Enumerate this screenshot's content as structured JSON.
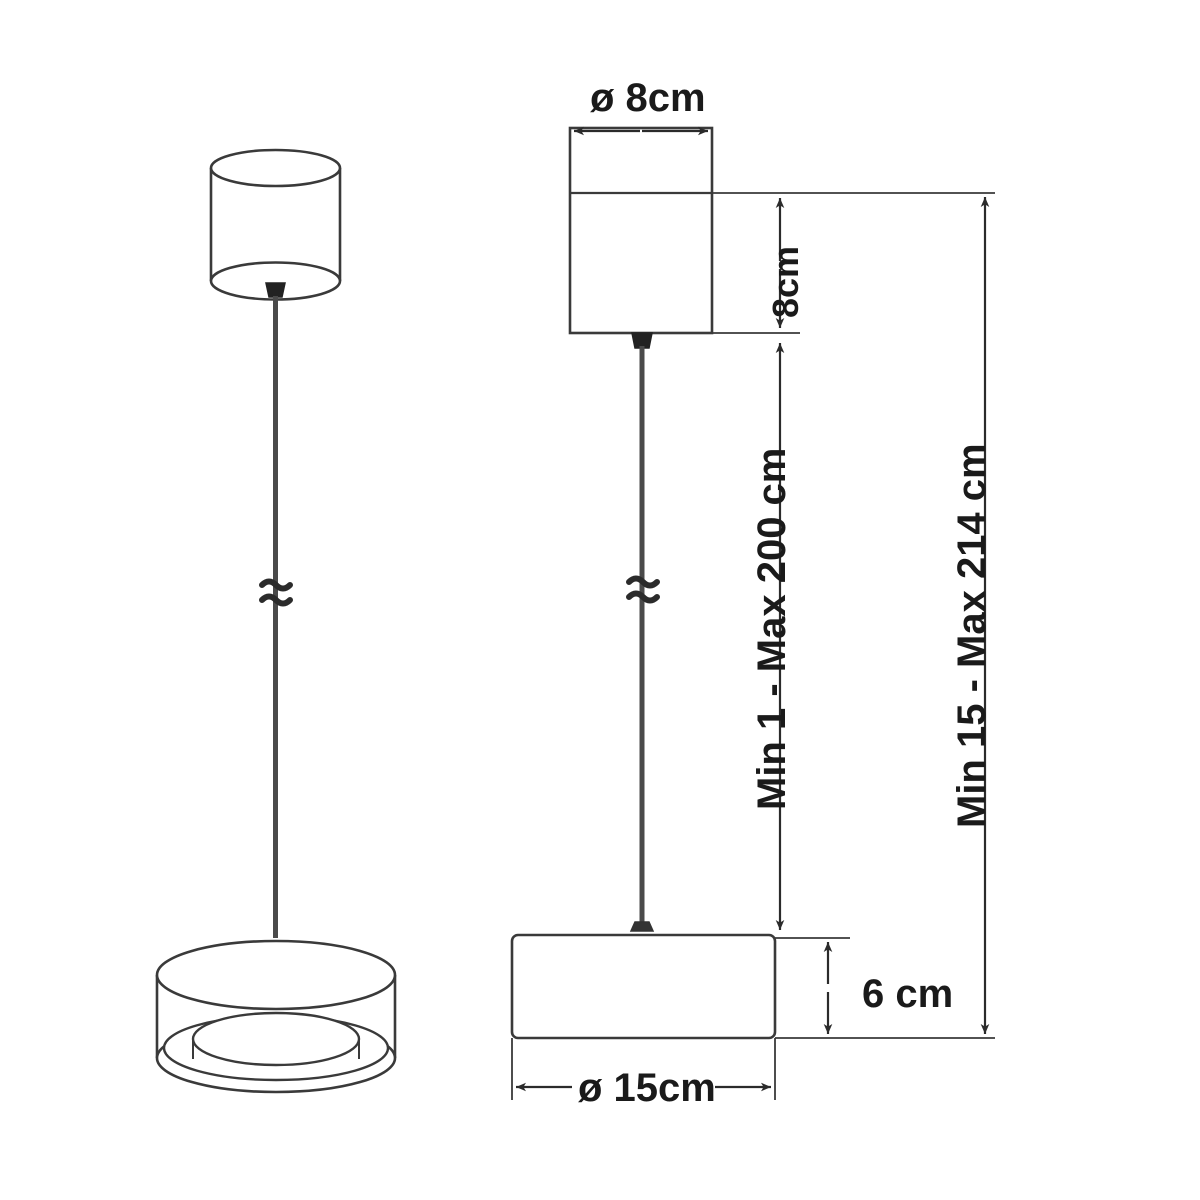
{
  "drawing": {
    "title": "Pendant lamp dimension drawing",
    "background_color": "#ffffff",
    "line_color": "#3a3a3a",
    "dimension_line_color": "#2b2b2b",
    "text_color": "#1a1a1a"
  },
  "views": {
    "left": {
      "name": "perspective-view",
      "parts": [
        "ceiling-canopy-cylinder",
        "suspension-cable",
        "cable-break-symbol",
        "lamp-shade-cylinder"
      ]
    },
    "right": {
      "name": "elevation-view",
      "parts": [
        "ceiling-canopy-box",
        "suspension-cable",
        "cable-break-symbol",
        "lamp-shade-box"
      ]
    }
  },
  "dimensions": {
    "canopy_diameter": {
      "label": "ø 8cm",
      "value": 8,
      "unit": "cm",
      "kind": "diameter",
      "applies_to": "ceiling-canopy"
    },
    "canopy_height": {
      "label": "8cm",
      "value": 8,
      "unit": "cm",
      "kind": "height",
      "applies_to": "ceiling-canopy"
    },
    "cable_drop": {
      "label": "Min 1 - Max 200 cm",
      "min": 1,
      "max": 200,
      "unit": "cm",
      "kind": "range",
      "applies_to": "suspension-cable"
    },
    "total_height": {
      "label": "Min 15 - Max 214 cm",
      "min": 15,
      "max": 214,
      "unit": "cm",
      "kind": "range",
      "applies_to": "overall-fixture"
    },
    "shade_height": {
      "label": "6 cm",
      "value": 6,
      "unit": "cm",
      "kind": "height",
      "applies_to": "lamp-shade"
    },
    "shade_diameter": {
      "label": "ø 15cm",
      "value": 15,
      "unit": "cm",
      "kind": "diameter",
      "applies_to": "lamp-shade"
    }
  }
}
